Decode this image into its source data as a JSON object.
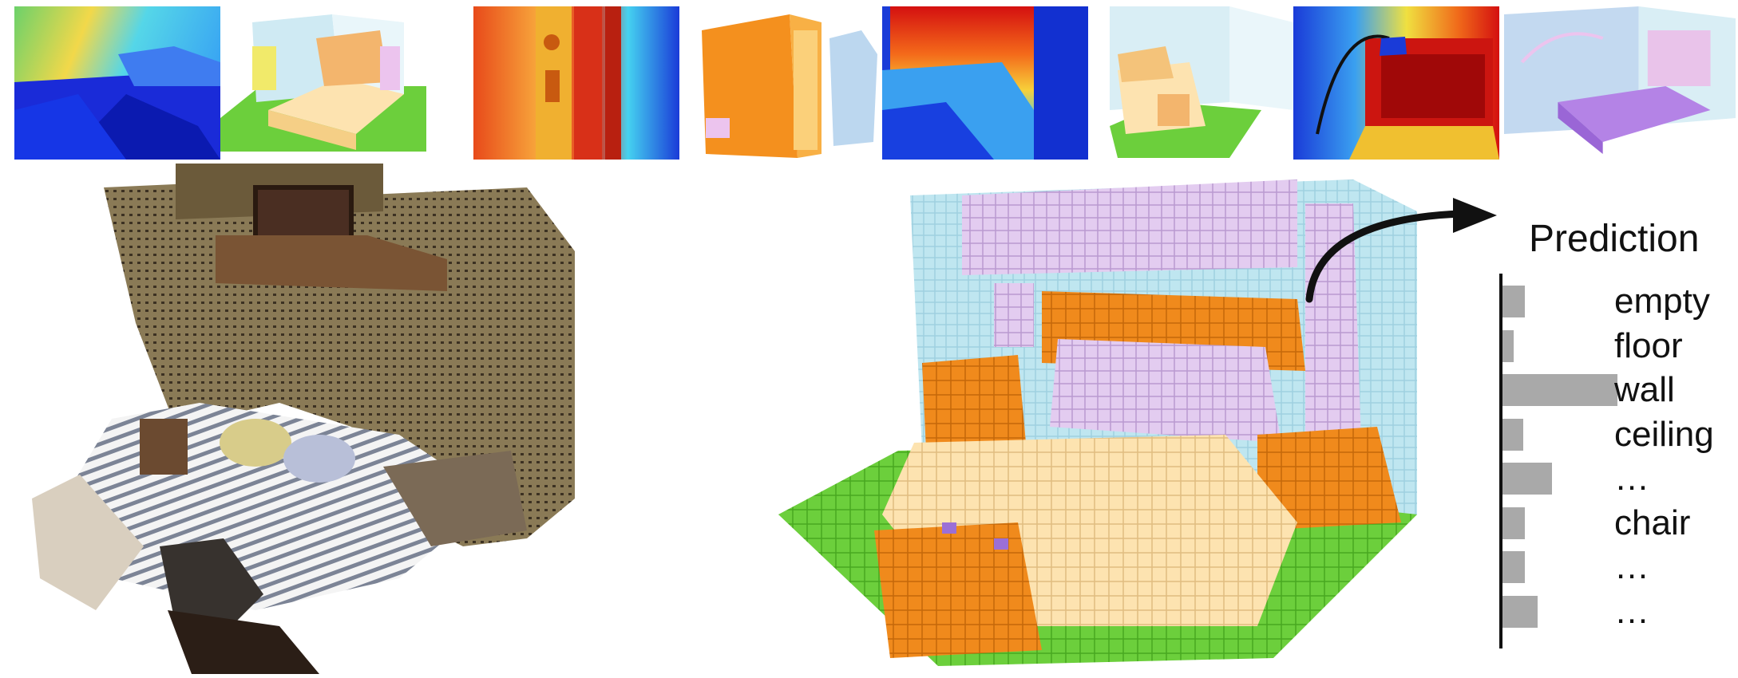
{
  "prediction": {
    "title": "Prediction",
    "classes": [
      {
        "label": "empty",
        "score": 0.14
      },
      {
        "label": "floor",
        "score": 0.07
      },
      {
        "label": "wall",
        "score": 0.72
      },
      {
        "label": "ceiling",
        "score": 0.13
      },
      {
        "label": " …",
        "score": 0.31
      },
      {
        "label": "chair",
        "score": 0.14
      },
      {
        "label": "…",
        "score": 0.14
      },
      {
        "label": "…",
        "score": 0.22
      }
    ]
  },
  "colors": {
    "voxel_orange": "#f08a1c",
    "voxel_cream": "#fde3b0",
    "voxel_lilac": "#e3ccf0",
    "voxel_lightblue": "#bfe6f0",
    "voxel_green": "#6ccf3c",
    "bar_gray": "#a9a9a9"
  },
  "thumbnails": [
    {
      "kind": "depth",
      "icon": "depth-map-bedroom-icon"
    },
    {
      "kind": "voxel",
      "icon": "voxel-bed-scene-icon"
    },
    {
      "kind": "depth",
      "icon": "depth-map-shelf-icon"
    },
    {
      "kind": "voxel",
      "icon": "voxel-shelf-scene-icon"
    },
    {
      "kind": "depth",
      "icon": "depth-map-room-icon"
    },
    {
      "kind": "voxel",
      "icon": "voxel-bedroom-scene-icon"
    },
    {
      "kind": "depth",
      "icon": "depth-map-lamp-icon"
    },
    {
      "kind": "voxel",
      "icon": "voxel-livingroom-scene-icon"
    }
  ]
}
